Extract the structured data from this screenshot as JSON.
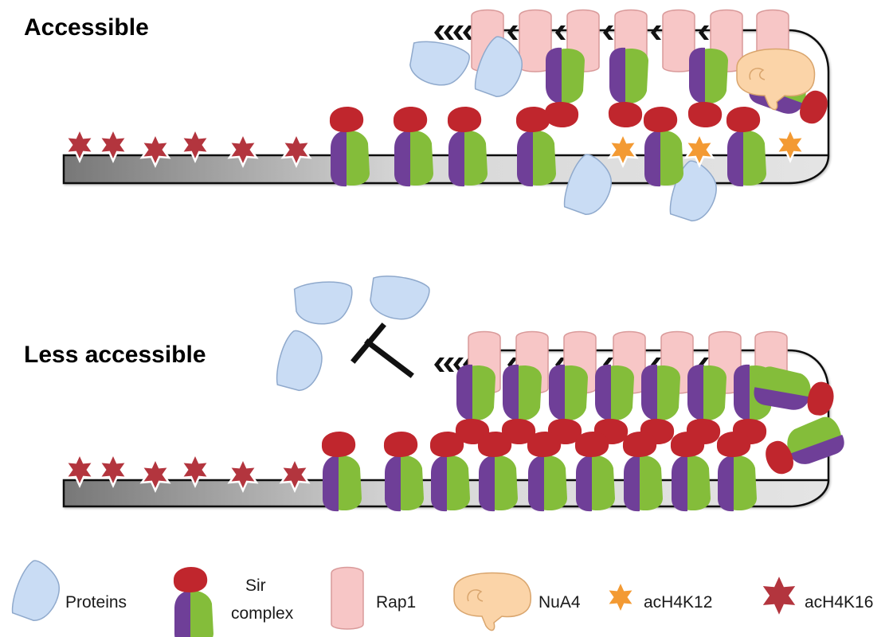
{
  "titles": {
    "top": "Accessible",
    "bottom": "Less accessible"
  },
  "legend": {
    "proteins": "Proteins",
    "sir_line1": "Sir",
    "sir_line2": "complex",
    "rap1": "Rap1",
    "nua4": "NuA4",
    "ach4k12": "acH4K12",
    "ach4k16": "acH4K16"
  },
  "colors": {
    "protein_fill": "#c9dcf4",
    "protein_stroke": "#8fa9cc",
    "sir_red": "#c0262d",
    "sir_purple": "#6f3f98",
    "sir_green": "#84bd3a",
    "rap1_fill": "#f7c6c6",
    "rap1_stroke": "#d99a9a",
    "nua4_fill": "#fbd4a8",
    "nua4_stroke": "#d9a56d",
    "ach4k12": "#f39a33",
    "ach4k16": "#b3353e",
    "telomere_dark": "#777777",
    "telomere_light": "#e2e2e2"
  }
}
